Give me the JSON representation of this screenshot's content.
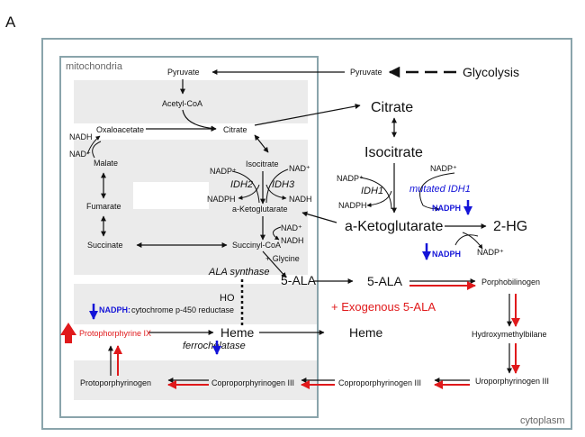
{
  "panel_label": "A",
  "compartments": {
    "mitochondria": "mitochondria",
    "cytoplasm": "cytoplasm"
  },
  "metabolites": {
    "pyruvate_mito": "Pyruvate",
    "acetyl_coa": "Acetyl-CoA",
    "citrate_mito": "Citrate",
    "oxaloacetate": "Oxaloacetate",
    "malate": "Malate",
    "isocitrate_mito": "Isocitrate",
    "fumarate": "Fumarate",
    "akg_mito": "a-Ketoglutarate",
    "succinate": "Succinate",
    "succinyl_coa": "Succinyl-CoA",
    "glycine": "+ Glycine",
    "ala_mito": "5-ALA",
    "protoporphyrin_ix": "Protophorphyrine IX",
    "heme_mito": "Heme",
    "protoporphyrinogen": "Protoporphyrinogen",
    "coproporphyrinogen_mito": "Coproporphyrinogen III",
    "pyruvate_cyto": "Pyruvate",
    "glycolysis": "Glycolysis",
    "citrate_cyto": "Citrate",
    "isocitrate_cyto": "Isocitrate",
    "akg_cyto": "a-Ketoglutarate",
    "two_hg": "2-HG",
    "ala_cyto": "5-ALA",
    "porphobilinogen": "Porphobilinogen",
    "hydroxymethylbilane": "Hydroxymethylbilane",
    "heme_cyto": "Heme",
    "uroporphyrinogen": "Uroporphyrinogen III",
    "coproporphyrinogen_cyto": "Coproporphyrinogen III"
  },
  "cofactors": {
    "nadh": "NADH",
    "nad": "NAD⁺",
    "nadp": "NADP⁺",
    "nadph": "NADPH"
  },
  "enzymes": {
    "idh2": "IDH2",
    "idh3": "IDH3",
    "idh1": "IDH1",
    "mutated_idh1": "mutated IDH1",
    "ala_synthase": "ALA synthase",
    "ho": "HO",
    "nadph_reductase_prefix": "NADPH:",
    "reductase": "cytochrome p-450 reductase",
    "ferrochelatase": "ferrochelatase"
  },
  "exogenous": "+ Exogenous 5-ALA",
  "colors": {
    "blue": "#1414d8",
    "red": "#e0191b",
    "panel_border": "#8aa4ab",
    "shade": "#ebebeb"
  }
}
